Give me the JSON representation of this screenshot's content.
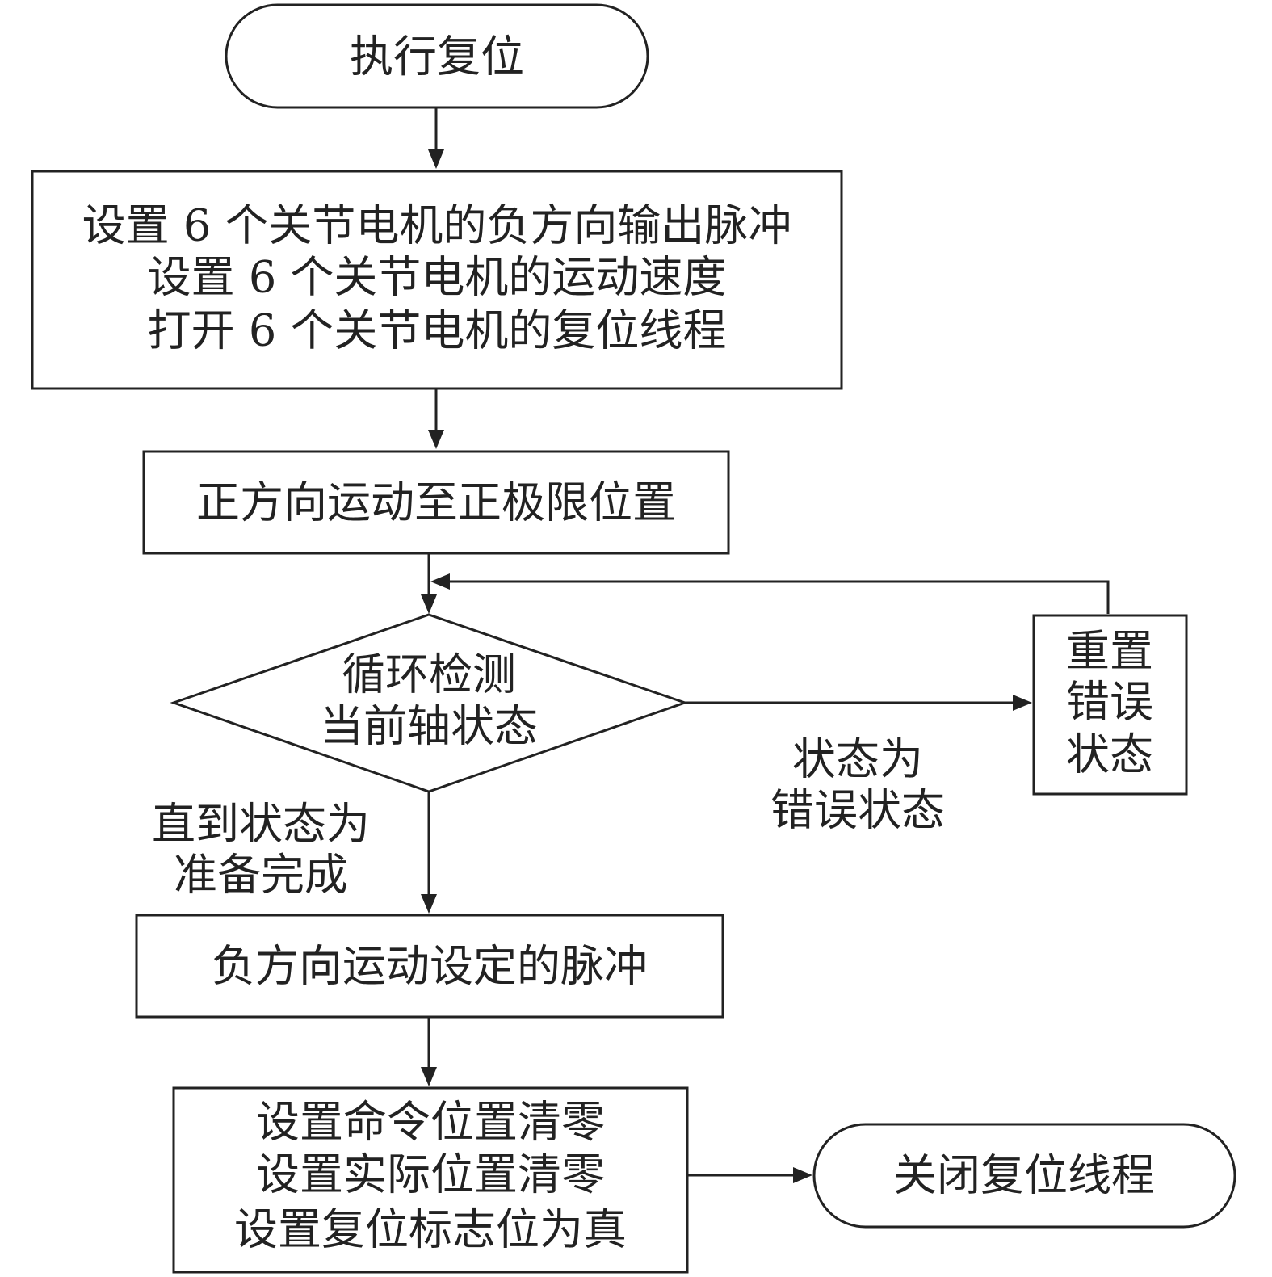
{
  "nodes": {
    "start": {
      "label": "执行复位"
    },
    "setup": {
      "lines": [
        "设置 6 个关节电机的负方向输出脉冲",
        "设置 6 个关节电机的运动速度",
        "打开 6 个关节电机的复位线程"
      ]
    },
    "positive_move": {
      "label": "正方向运动至正极限位置"
    },
    "check": {
      "lines": [
        "循环检测",
        "当前轴状态"
      ]
    },
    "reset_error": {
      "lines": [
        "重置",
        "错误",
        "状态"
      ]
    },
    "negative_move": {
      "label": "负方向运动设定的脉冲"
    },
    "clear": {
      "lines": [
        "设置命令位置清零",
        "设置实际位置清零",
        "设置复位标志位为真"
      ]
    },
    "end": {
      "label": "关闭复位线程"
    }
  },
  "edges": {
    "error_condition": {
      "lines": [
        "状态为",
        "错误状态"
      ]
    },
    "ready_condition": {
      "lines": [
        "直到状态为",
        "准备完成"
      ]
    }
  },
  "colors": {
    "stroke": "#222222",
    "text": "#222222",
    "background": "#ffffff"
  }
}
